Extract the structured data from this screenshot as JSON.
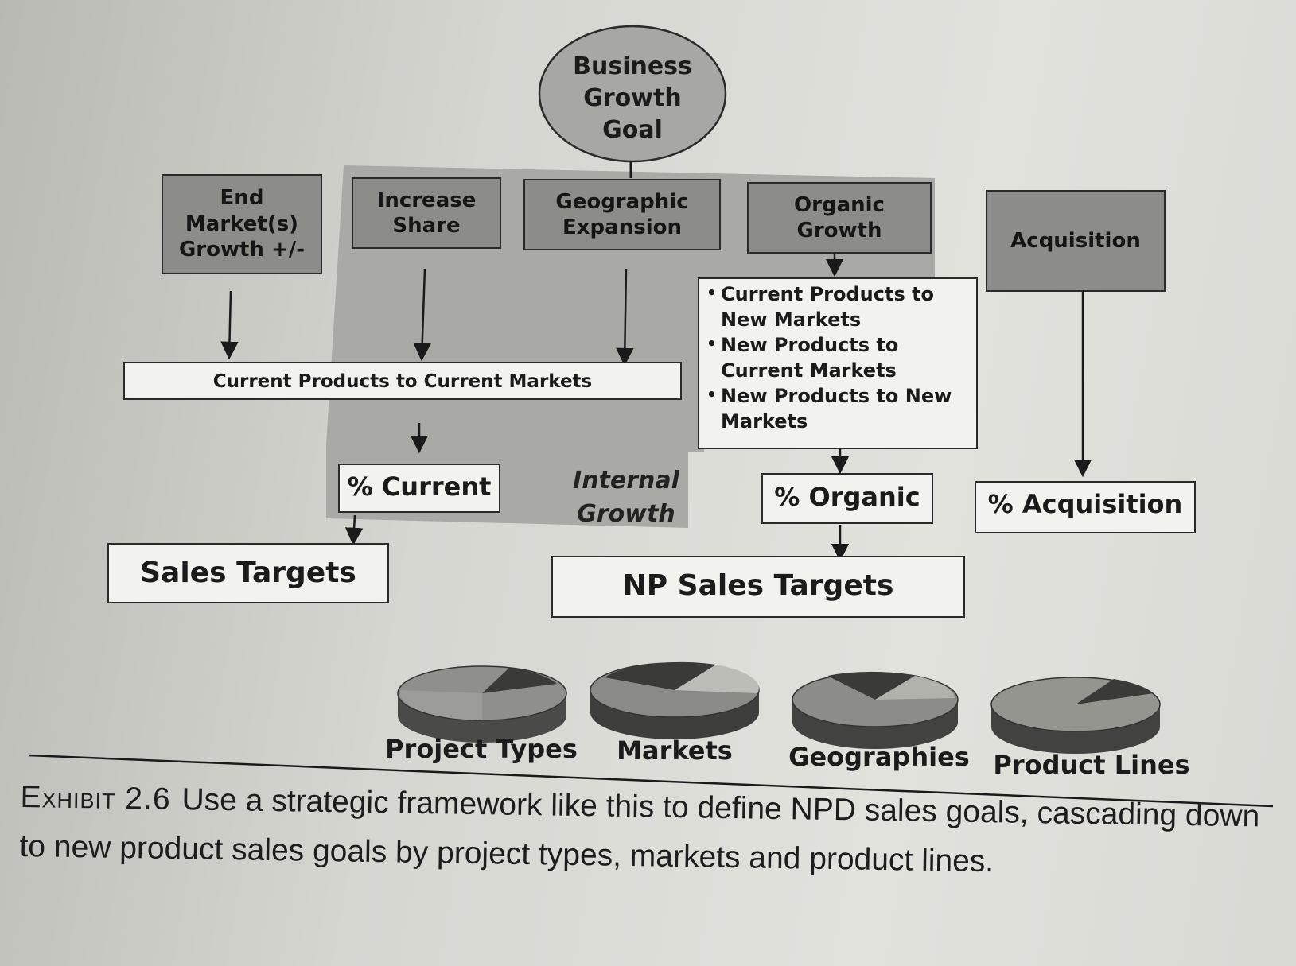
{
  "diagram": {
    "goal": [
      "Business",
      "Growth",
      "Goal"
    ],
    "top_boxes": [
      {
        "id": "end-market",
        "lines": [
          "End",
          "Market(s)",
          "Growth +/-"
        ]
      },
      {
        "id": "increase-share",
        "lines": [
          "Increase",
          "Share"
        ]
      },
      {
        "id": "geographic-expansion",
        "lines": [
          "Geographic",
          "Expansion"
        ]
      },
      {
        "id": "organic-growth",
        "lines": [
          "Organic",
          "Growth"
        ]
      },
      {
        "id": "acquisition",
        "lines": [
          "Acquisition"
        ]
      }
    ],
    "current_products_box": "Current Products to Current Markets",
    "organic_list": [
      "Current Products to New Markets",
      "New Products to Current Markets",
      "New Products to New Markets"
    ],
    "internal_growth_label": [
      "Internal",
      "Growth"
    ],
    "percent_current": "% Current",
    "percent_organic": "% Organic",
    "percent_acquisition": "% Acquisition",
    "sales_targets": "Sales Targets",
    "np_sales_targets": "NP Sales Targets",
    "pies": [
      "Project Types",
      "Markets",
      "Geographies",
      "Product Lines"
    ]
  },
  "caption": {
    "exhibit": "Exhibit 2.6",
    "text": "Use a strategic framework like this to define NPD sales goals, cascading down to new product sales goals by project types, markets and product lines."
  },
  "colors": {
    "box_fill": "#8c8c88",
    "shade_fill": "#a9a9a5",
    "pie_dark": "#3a3a38",
    "pie_mid": "#8e8e8a"
  }
}
